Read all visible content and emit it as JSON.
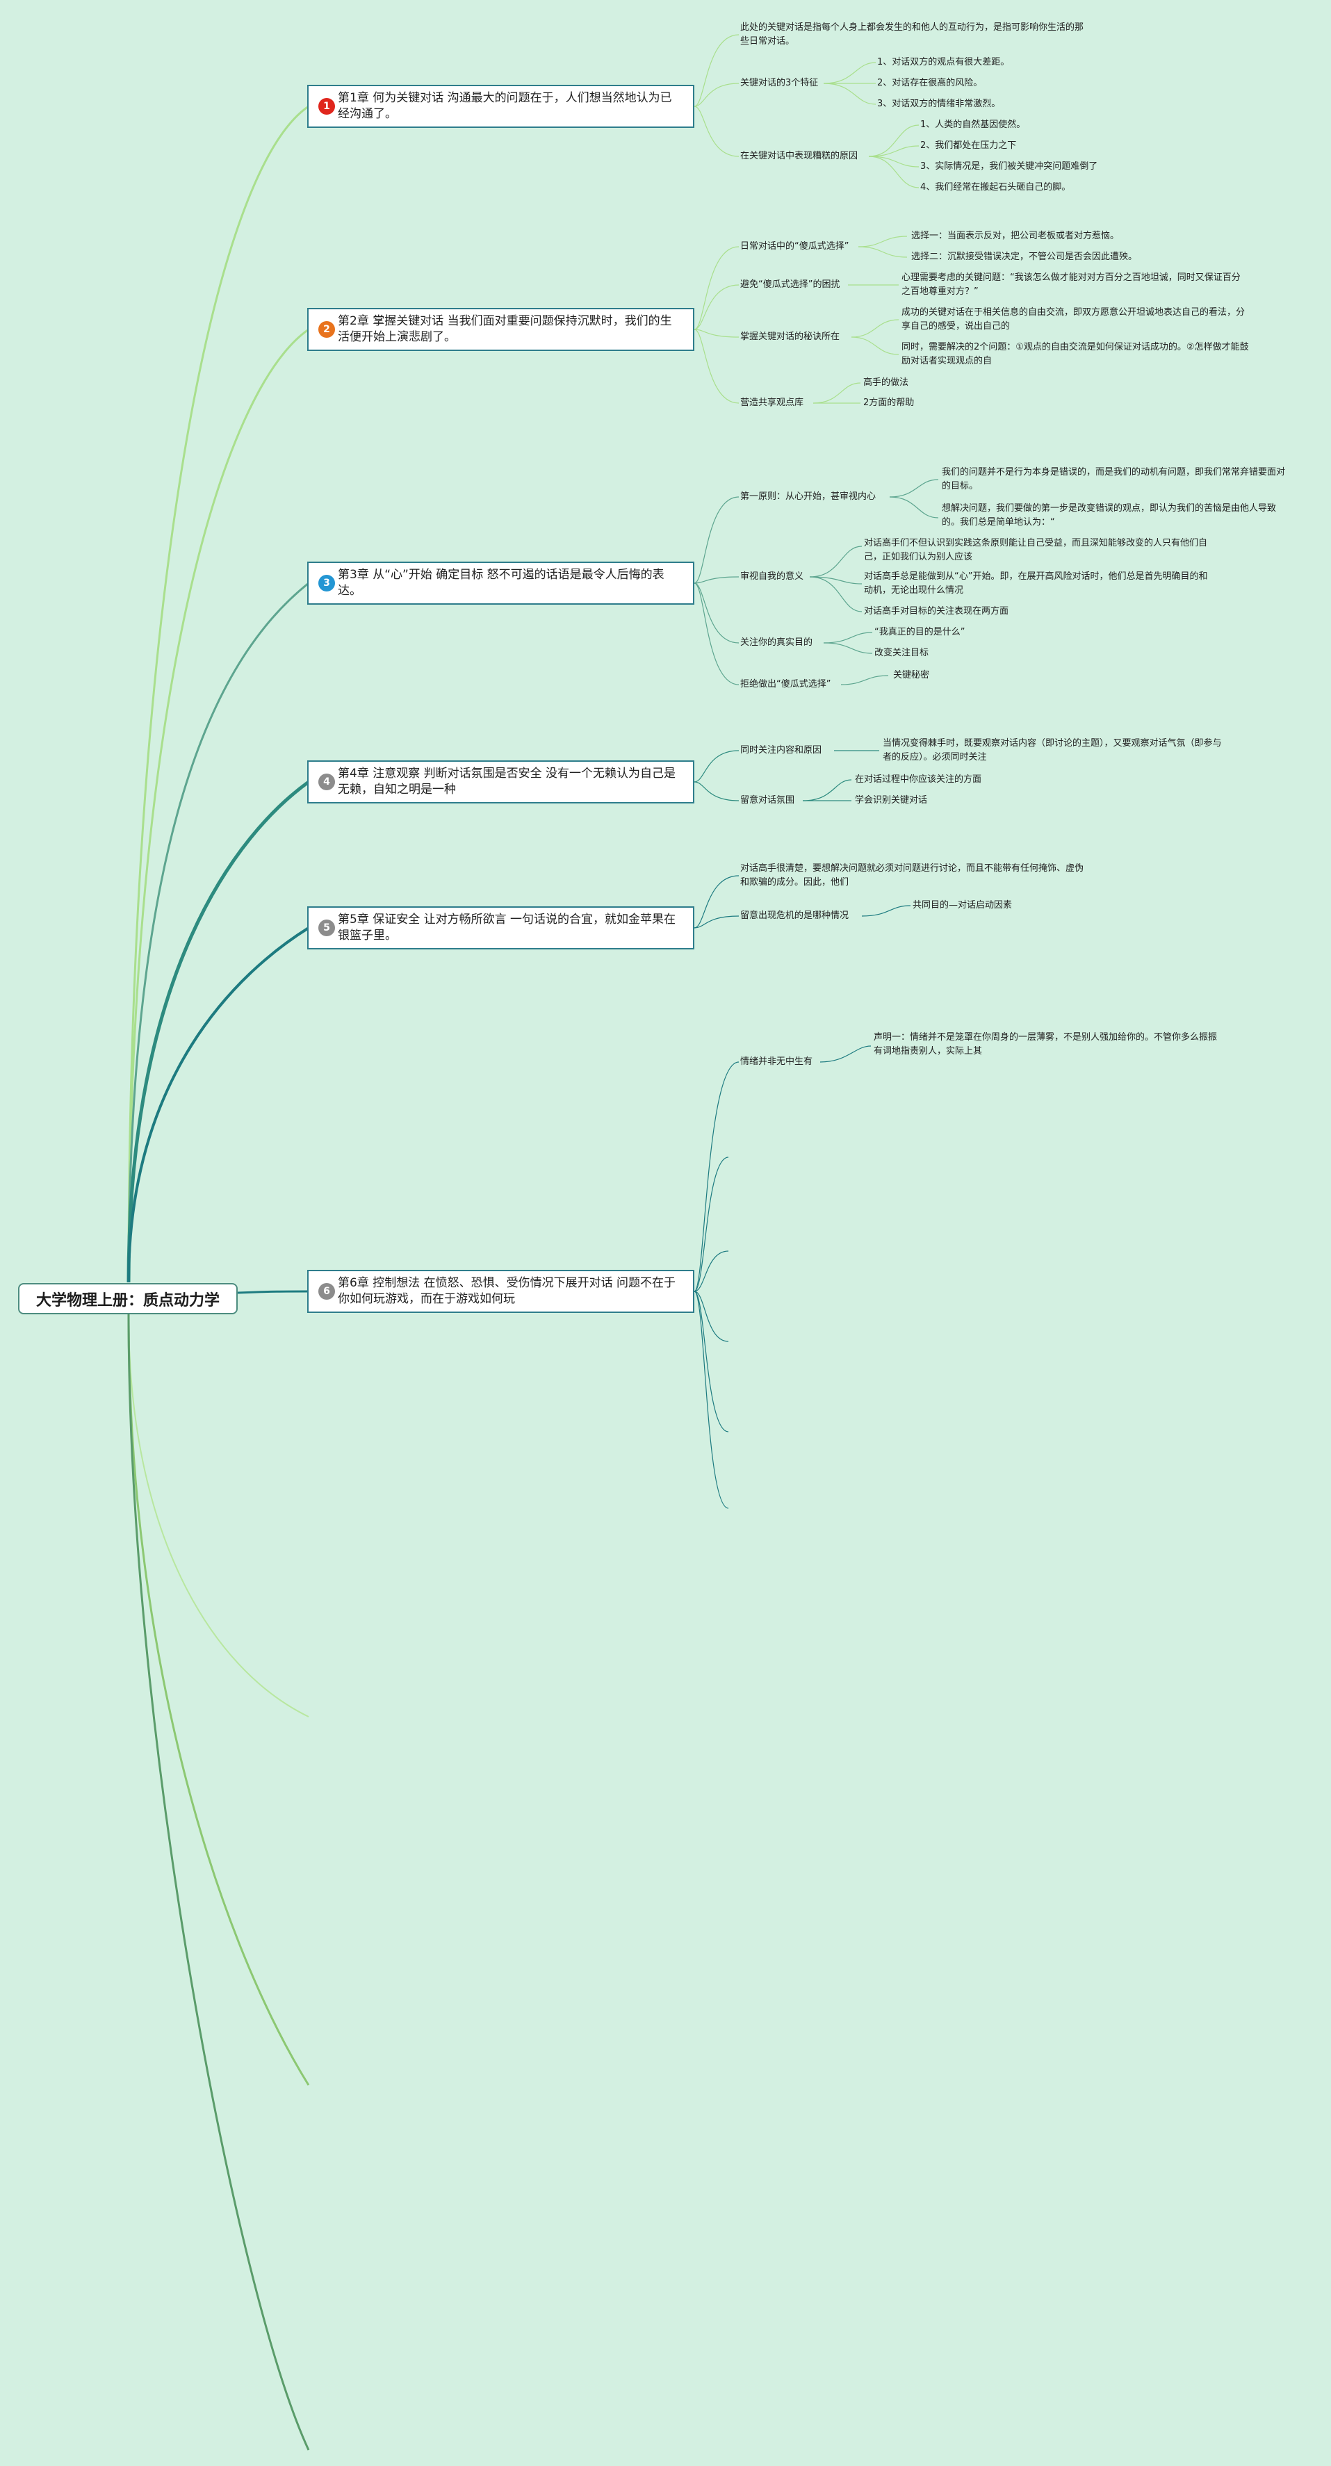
{
  "root": {
    "title": "大学物理上册：质点动力学"
  },
  "colors": {
    "background": "#d3f0e1",
    "badge": [
      "#e0261d",
      "#e8731d",
      "#2396d3",
      "#8c8c8c",
      "#8c8c8c",
      "#8c8c8c"
    ]
  },
  "chapters": [
    {
      "num": "1",
      "title": "第1章 何为关键对话 沟通最大的问题在于，人们想当然地认为已经沟通了。"
    },
    {
      "num": "2",
      "title": "第2章 掌握关键对话 当我们面对重要问题保持沉默时，我们的生活便开始上演悲剧了。"
    },
    {
      "num": "3",
      "title": "第3章 从“心”开始 确定目标 怒不可遏的话语是最令人后悔的表达。"
    },
    {
      "num": "4",
      "title": "第4章 注意观察 判断对话氛围是否安全 没有一个无赖认为自己是无赖，自知之明是一种"
    },
    {
      "num": "5",
      "title": "第5章 保证安全 让对方畅所欲言 一句话说的合宜，就如金苹果在银篮子里。"
    },
    {
      "num": "6",
      "title": "第6章 控制想法 在愤怒、恐惧、受伤情况下展开对话 问题不在于你如何玩游戏，而在于游戏如何玩"
    }
  ],
  "leaves": [
    "此处的关键对话是指每个人身上都会发生的和他人的互动行为，是指可影响你生活的那些日常对话。",
    "关键对话的3个特征",
    "1、对话双方的观点有很大差距。",
    "2、对话存在很高的风险。",
    "3、对话双方的情绪非常激烈。",
    "在关键对话中表现糟糕的原因",
    "1、人类的自然基因使然。",
    "2、我们都处在压力之下",
    "3、实际情况是，我们被关键冲突问题难倒了",
    "4、我们经常在搬起石头砸自己的脚。",
    "日常对话中的“傻瓜式选择”",
    "选择一：当面表示反对，把公司老板或者对方惹恼。",
    "选择二：沉默接受错误决定，不管公司是否会因此遭殃。",
    "避免“傻瓜式选择”的困扰",
    "心理需要考虑的关键问题：“我该怎么做才能对对方百分之百地坦诚，同时又保证百分之百地尊重对方？”",
    "掌握关键对话的秘诀所在",
    "成功的关键对话在于相关信息的自由交流，即双方愿意公开坦诚地表达自己的看法，分享自己的感受，说出自己的",
    "同时，需要解决的2个问题：①观点的自由交流是如何保证对话成功的。②怎样做才能鼓励对话者实现观点的自",
    "营造共享观点库",
    "高手的做法",
    "2方面的帮助",
    "第一原则：从心开始，甚审视内心",
    "我们的问题并不是行为本身是错误的，而是我们的动机有问题，即我们常常弃错要面对的目标。",
    "想解决问题，我们要做的第一步是改变错误的观点，即认为我们的苦恼是由他人导致的。我们总是简单地认为：“",
    "审视自我的意义",
    "对话高手们不但认识到实践这条原则能让自己受益，而且深知能够改变的人只有他们自己，正如我们认为别人应该",
    "对话高手总是能做到从“心”开始。即，在展开高风险对话时，他们总是首先明确目的和动机，无论出现什么情况",
    "对话高手对目标的关注表现在两方面",
    "关注你的真实目的",
    "“我真正的目的是什么”",
    "改变关注目标",
    "拒绝做出“傻瓜式选择”",
    "关键秘密",
    "同时关注内容和原因",
    "当情况变得棘手时，既要观察对话内容（即讨论的主题），又要观察对话气氛（即参与者的反应）。必须同时关注",
    "留意对话氛围",
    "在对话过程中你应该关注的方面",
    "学会识别关键对话",
    "对话高手很清楚，要想解决问题就必须对问题进行讨论，而且不能带有任何掩饰、虚伪和欺骗的成分。因此，他们",
    "留意出现危机的是哪种情况",
    "共同目的—对话启动因素",
    "情绪并非无中生有",
    "声明一：情绪并不是笼罩在你周身的一层薄雾，不是别人强加给你的。不管你多么振振有词地指责别人，实际上其"
  ]
}
